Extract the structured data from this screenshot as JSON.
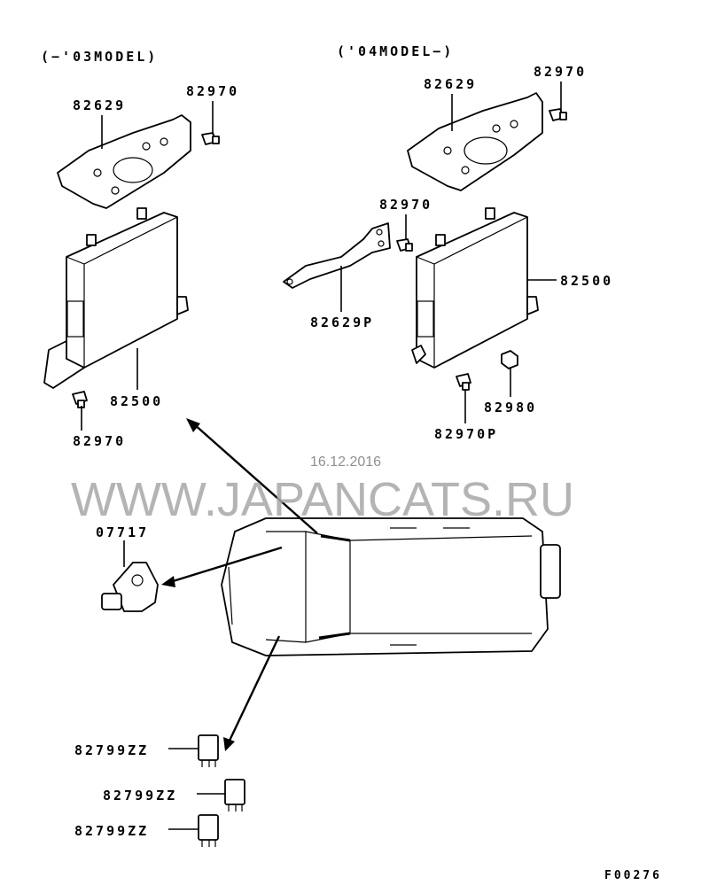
{
  "headers": {
    "old_model": "(−'03MODEL)",
    "new_model": "('04MODEL−)"
  },
  "labels": {
    "bracket_left": "82629",
    "bolt_left_top": "82970",
    "bracket_right": "82629",
    "bolt_right_top": "82970",
    "bolt_mid": "82970",
    "bracket_stay": "82629P",
    "ecu_right": "82500",
    "ecu_left": "82500",
    "bolt_left_bottom": "82970",
    "nut_right": "82980",
    "bolt_right_bottom": "82970P",
    "sensor": "07717",
    "relay_1": "82799ZZ",
    "relay_2": "82799ZZ",
    "relay_3": "82799ZZ"
  },
  "figure_code": "F00276",
  "watermark": {
    "site": "WWW.JAPANCATS.RU",
    "date": "16.12.2016"
  }
}
